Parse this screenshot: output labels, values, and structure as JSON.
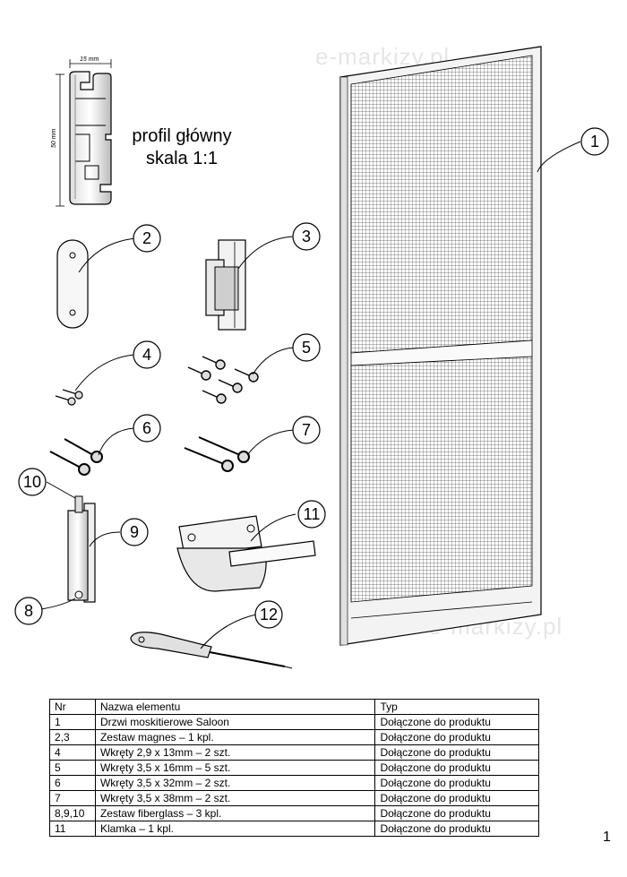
{
  "watermark": "e-markizy.pl",
  "profile": {
    "title_line1": "profil główny",
    "title_line2": "skala 1:1",
    "width_dim": "15 mm",
    "height_dim": "50 mm"
  },
  "callouts": [
    "1",
    "2",
    "3",
    "4",
    "5",
    "6",
    "7",
    "8",
    "9",
    "10",
    "11",
    "12"
  ],
  "table": {
    "headers": [
      "Nr",
      "Nazwa elementu",
      "Typ"
    ],
    "rows": [
      [
        "1",
        "Drzwi moskitierowe Saloon",
        "Dołączone do produktu"
      ],
      [
        "2,3",
        "Zestaw magnes – 1 kpl.",
        "Dołączone do produktu"
      ],
      [
        "4",
        "Wkręty 2,9 x 13mm – 2 szt.",
        "Dołączone do produktu"
      ],
      [
        "5",
        "Wkręty 3,5 x 16mm – 5 szt.",
        "Dołączone do produktu"
      ],
      [
        "6",
        "Wkręty 3,5 x 32mm – 2 szt.",
        "Dołączone do produktu"
      ],
      [
        "7",
        "Wkręty 3,5 x 38mm – 2 szt.",
        "Dołączone do produktu"
      ],
      [
        "8,9,10",
        "Zestaw fiberglass – 3 kpl.",
        "Dołączone do produktu"
      ],
      [
        "11",
        "Klamka – 1 kpl.",
        "Dołączone do produktu"
      ]
    ]
  },
  "page_number": "1"
}
